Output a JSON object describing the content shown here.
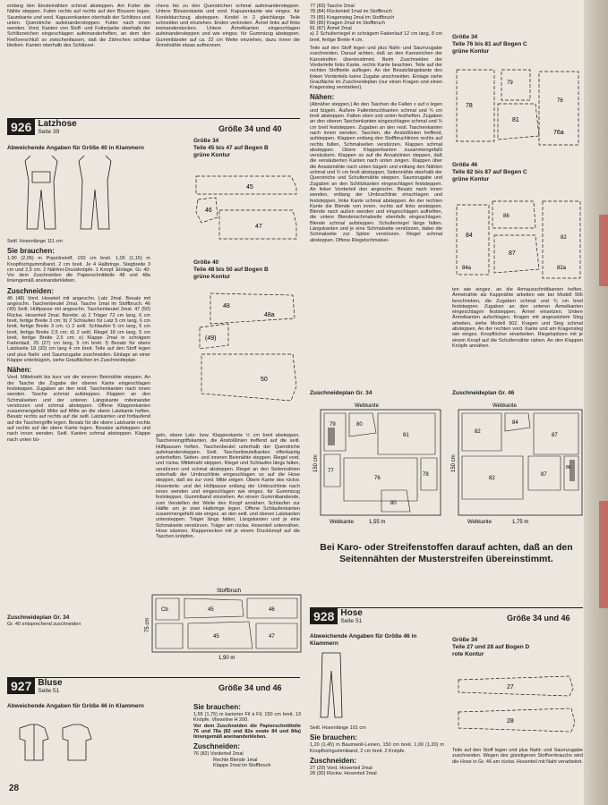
{
  "page_number": "28",
  "col1": {
    "intro": "entlang den Einsteinähten schmal absteppen. Am Futter die Nähte steppen. Futter rechts auf rechts auf den Blouson legen, Saumkante und vord. Kapuzenkanten oberhalb der Schlitzes und unten. Querstriche aufeinanderstoppen. Futter nach innen wenden. Vord. Kanten von Stoff- und Futterjacke oberhalb der Schlitzzeichen eingeschlagen aufeinanderheften, an dem den Reißverschluß so zwischenfassen, daß die Zähnchen sichtbar bleiben. Kanten oberhalb des Schlitzzei-",
    "s926": {
      "num": "926",
      "title": "Latzhose",
      "sub": "Seite 39",
      "size": "Größe 34 und 40"
    },
    "abw": "Abweichende Angaben für Größe 40 in Klammern",
    "hosenlaenge": "Seitl. Hosenlänge 111 cm",
    "brauchen_h": "Sie brauchen:",
    "brauchen": "1,90 (2,05) m Popelinstoff, 150 cm breit. 1,05 (1,15) m Knopflochgummiband, 2 cm breit. Je 4 Halbringe, Stegbreite 3 cm und 2,5 cm. 2 Nähfrei-Druckknöpfe. 1 Knopf. Einlage. Gr. 40: Vor dem Zuschneiden die Papierschnittteile 48 und 48a liniengemäß aneinanderkleben.",
    "zus_h": "Zuschneiden:",
    "zus": "45 (48) Vord. Hoseteil mit angeschn. Latz 2mal. Besatz mit angeschn. Taschenbeutel 2mal. Tasche 1mal im Stoffbruch. 46 (49) Seitl. Hüftpasse mit angeschn. Taschenbeutel 2mal. 47 (50) Rückw. Hosenteil 2mal. Bereite: a) 2 Träger 72 cm lang, 6 cm breit, fertige Breite 3 cm; b) 2 Schlaufen für Latz 5 cm lang, 6 cm breit, fertige Breite 3 cm; c) 2 seitl. Schlaufen 5 cm lang, 5 cm breit, fertige Breite 2,5 cm; d) 2 seitl. Riegel 18 cm lang, 5 cm breit, fertige Breite 2,5 cm; e) Klappe 2mal in schrägem Fadenlauf, 25 (27) cm lang, 5 cm breit. f) Besatz für obere Latzkante 18 (20) cm lang 4 cm breit. Teile auf den Stoff legen und plus Naht- und Saumzugabe zuschneiden. Einlage an einer Klappe unterbügeln, siehe Grauflächen im Zuschneideplan.",
    "naehen_h": "Nähen:",
    "naehen": "Vord. Mittelnaht bis kurz vor die inneren Beinnähte steppen. An der Tasche die Zugabe der oberen Kante eingeschlagen feststeppen. Zugaben an den restl. Taschenkanten nach innen wenden. Tasche schmal aufsteppen. Klappen an den Schmalseiten und der unteren Längskante miteinander verstürzen und schmal absteppen. Offene Klappenkanten zusammengefaßt Mitte auf Mitte an die obere Latzkante heften. Besatz rechts auf rechts auf die seitl. Latzkanten und fortlaufend auf die Taschengriffe legen. Besatz für die obere Latzkante rechts auf rechts auf die obere Kante legen. Besatze aufsteppen und nach innen wenden. Seitl. Kanten schmal absteppen. Klappe nach unten bü-",
    "zpl_h": "Zuschneideplan Gr. 34",
    "zpl_sub": "Gr. 40 entsprechend zuschneiden",
    "s927": {
      "num": "927",
      "title": "Bluse",
      "sub": "Seite 51",
      "size": "Größe 34 und 46"
    },
    "abw927": "Abweichende Angaben für Größe 46 in Klammern"
  },
  "col2": {
    "top": "chens bis zu den Querstrichen schmal aufeinandersteppen. Untere Blousonkante und vord. Kapuzenkante wie eingez. für Kordeldurchzug absteppen. Kordel in 2 gleichlange Teile schneiden und einziehen. Enden verknoten. Ärmel links auf links ineinanderstecken. Untere Ärmelkanten eingeschlagen aufeinandersteppen und wie eingez. für Gummizug absteppen. Gummibänder auf ca. 22 cm Weite einziehen, dazu innen die Ärmelnähte etwas auftrennen.",
    "g34": "Größe 34",
    "g34_sub": "Teile 45 bis 47 auf Bogen B",
    "g34_kontur": "grüne Kontur",
    "g40": "Größe 40",
    "g40_sub": "Teile 48 bis 50 auf Bogen B",
    "g40_kontur": "grüne Kontur",
    "mid": "geln, obere Latz- bzw. Klappenkante ½ cm breit absteppen. Tascheneingriffskanten, die Anstoßlinien treffend auf die seitl. Hüftpassen heften. Taschenbeutel unterhalb der Querstriche aufeinandersteppen. Seitl. Taschenbeutelkanten offenkantig unterheften. Seiten- und inneren Beinnähte steppen. Riegel vord. und rückw. Mittelnaht steppen. Riegel und Schlaufen längs falten, verstürzen und schmal absteppen. Riegel an den Seitennähten unterhalb der Umbruchlinie eingeschlagen so auf die Hose steppen, daß sie zur vord. Mitte zeigen. Obere Kante des rückw. Hosenteils- und der Hüftpasse entlang der Umbruchlinie nach innen wenden und eingeschlagen wie eingez. für Gummizug feststeppen. Gummiband einziehen. An einem Gummibandende, zum Verstellen der Weite den Knopf annähen. Schlaufen zur Hälfte um je zwei Halbringe legen. Offene Schlaufenkanten zusammengefaßt wie eingez. an den seitl. und oberen Latzkanten untersteppen. Träger längs falten, Längskanten und je eine Schmalseite verstürzen. Träger am rückw. Hosenteil unternähen. Hose säumen. Klappenecken mit je einem Druckknopf auf die Taschen knöpfen.",
    "stoffbruch": "Stoffbruch",
    "width_190": "1,90 m",
    "h75": "75 cm"
  },
  "col927": {
    "brauchen_h": "Sie brauchen:",
    "brauchen": "1,55 (1,75) m karierter Fil à Fil, 150 cm breit. 13 Knöpfe. Vlieseline H 200.",
    "vor": "Vor dem Zuschneiden die Papierschnittteile 76 und 76a (82 und 82a sowie 84 und 84a) liniengemäß aneinanderkleben.",
    "zus_h": "Zuschneiden:",
    "zus1": "76 (82) Vorderteil 2mal",
    "zus2": "Rechte Blende 1mal",
    "zus3": "Klappe 2mal im Stoffbruch"
  },
  "col3": {
    "list": [
      "77 (83) Tasche 2mal",
      "78 (84) Rückenteil 1mal im Stoffbruch",
      "79 (85) Kragensteg 2mal im Stoffbruch",
      "80 (86) Kragen 2mal im Stoffbruch",
      "81 (87) Ärmel 2mal"
    ],
    "list2": "a) 2 Schulterriegel in schrägem Fadenlauf 12 cm lang, 8 cm breit, fertige Breite 4 cm.",
    "zus_more": "Teile auf den Stoff legen und plus Naht- und Saumzugabe zuschneiden. Darauf achten, daß an den Karozeichen der Karostreifen übereinstimmt. Beim Zuschneiden der Vorderteile links Kante, rechts Kante beachten. Teile auf der rechten Stoffseite auflegen. An der Besatzlängskante des linken Vorderteils keine Zugabe anschneiden. Einlage siehe Graufläche im Zuschneideplan (nur einen Kragen und einen Kragensteg verstärken).",
    "naehen_h": "Nähen:",
    "naehen": "(Abnäher steppen.) An den Taschen die Falten x auf o legen und bügeln. Äußere Faltenbruchkanten schmal und ¾ cm breit absteppen. Falten oben und unten festheften. Zugaben an den oberen Taschenkanten eingeschlagen schmal und ¾ cm breit feststeppen. Zugaben an den restl. Taschenkanten nach innen wenden. Taschen, die Anstoßlinien treffend, aufsteppen. Klappen entlang den Stoffbruchlinien rechts auf rechts falten, Schmalseiten verstürzen. Klappen schmal absteppen. Obere Klappenkanten zusammengefaßt versäubern. Klappen so auf die Ansatzlinien steppen, daß die versäuberten Kanten nach unten zeigen. Klappen über die Ansatznähte nach unten bügeln und entlang den Nähten schmal und ¾ cm breit absteppen. Seitennähte oberhalb der Querstriche und Schulternähte steppen. Saumzugabe und Zugaben an den Schlitzkanten eingeschlagen feststeppen. An linker Vorderteil den angeschn. Besatz nach innen wenden, entlang der Umbruchlinie einschlagen und feststeppen, linke Kante schmal absteppen. An der rechten Kante die Blende von innen, rechts auf links ansteppen. Blende nach außen wenden und eingeschlagen aufheften, die untere Blendenschmalseite ebenfalls eingeschlagen. Blende schmal aufsteppen. Schulterriegel längs falten. Längskanten und je eine Schmalseite verstürzen, dabei die Schmalseite zur Spitze verstürzen. Riegel schmal absteppen. Offene Riegelschmalsei-",
    "zpl34_h": "Zuschneideplan Gr. 34",
    "webkante": "Webkante",
    "width_155": "1,55 m",
    "h150": "150 cm",
    "banner": "Bei Karo- oder Streifenstoffen darauf achten, daß an den Seitennähten der Musterstreifen übereinstimmt.",
    "s928": {
      "num": "928",
      "title": "Hose",
      "sub": "Seite 51",
      "size": "Größe 34 und 46"
    },
    "abw928": "Abweichende Angaben für Größe 46 in Klammern",
    "hosenlaenge928": "Seitl. Hosenlänge 101 cm",
    "brauchen_h": "Sie brauchen:",
    "brauchen928": "1,20 (1,45) m Baumwoll-Leinen, 150 cm breit. 1,00 (1,20) m Knopflochgummiband, 2 cm breit. 2 Knöpfe.",
    "zus928_h": "Zuschneiden:",
    "zus928_1": "27 (29) Vord. Hosenteil 2mal",
    "zus928_2": "28 (30) Rückw. Hosenteil 2mal"
  },
  "col4": {
    "g34": "Größe 34",
    "g34_sub": "Teile 76 bis 81 auf Bogen C",
    "g34_kontur": "grüne Kontur",
    "g46": "Größe 46",
    "g46_sub": "Teile 82 bis 87 auf Bogen C",
    "g46_kontur": "grüne Kontur",
    "text": "ten wie eingez. an die Armausschnittkanten heften. Ärmelnähte als Kappnähte arbeiten wie bei Modell 906 beschrieben, die Zugaben schmal und ¾ cm breit feststeppen. Zugaben an den unteren Ärmelkanten eingeschlagen feststeppen. Ärmel einsetzen. Untere Ärmelkanten aufschlagen. Kragen mit angesetztem Steg arbeiten, siehe Modell 902. Kragen und Steg schmal absteppen. An der rechten vord. Kante und am Kragensteg wie eingez. Knopflöcher einarbeiten. Riegelspitzen mit je einem Knopf auf die Schulternähte nähen. An den Klappen Knöpfe annähen.",
    "zpl46_h": "Zuschneideplan Gr. 46",
    "webkante": "Webkante",
    "width_175": "1,75 m",
    "h150": "150 cm",
    "g34b": "Größe 34",
    "g34b_sub": "Teile 27 und 28 auf Bogen D",
    "g34b_kontur": "rote Kontur",
    "end": "Teile auf den Stoff legen und plus Naht- und Saumzugabe zuschneiden. Wegen des günstigeren Stoffverbrauchs wird die Hose in Gr. 46 am rückw. Hosenteil mit Naht verarbeitet."
  },
  "colors": {
    "paper": "#ebe7de",
    "ink": "#1e1c1a",
    "edge_red": "#c85a58"
  }
}
